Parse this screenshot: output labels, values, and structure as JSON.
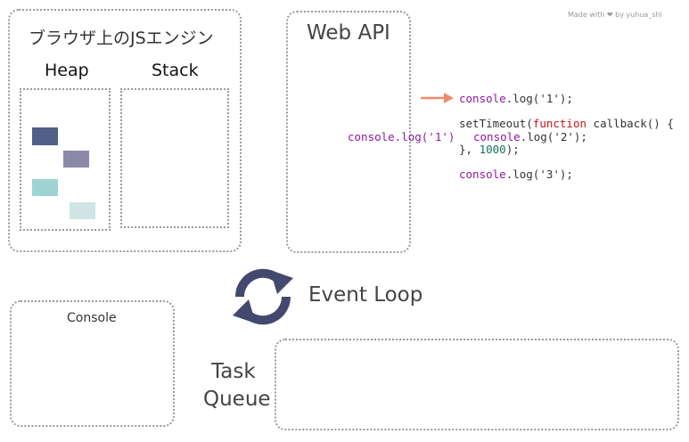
{
  "credit": "Made with ❤ by yuhua_shi",
  "browser_box": {
    "title": "ブラウザ上のJSエンジン",
    "heap_label": "Heap",
    "stack_label": "Stack"
  },
  "heap_colors": [
    "#525f87",
    "#8c89a8",
    "#9fd3d3",
    "#cfe5e4"
  ],
  "webapi": {
    "title": "Web API",
    "item": "console.log('1')"
  },
  "event_loop": {
    "label": "Event Loop",
    "icon_color": "#43496e"
  },
  "console_box": {
    "title": "Console"
  },
  "task_queue": {
    "line1": "Task",
    "line2": "Queue"
  },
  "arrow_color": "#ef8a6c",
  "code": {
    "l1_fn": "console",
    "l1_rest": ".log('1');",
    "l2_a": "setTimeout(",
    "l2_kw": "function",
    "l2_b": " callback() {",
    "l3_fn": "console",
    "l3_rest": ".log('2');",
    "l4_a": "}, ",
    "l4_num": "1000",
    "l4_b": ");",
    "l5_fn": "console",
    "l5_rest": ".log('3');"
  }
}
